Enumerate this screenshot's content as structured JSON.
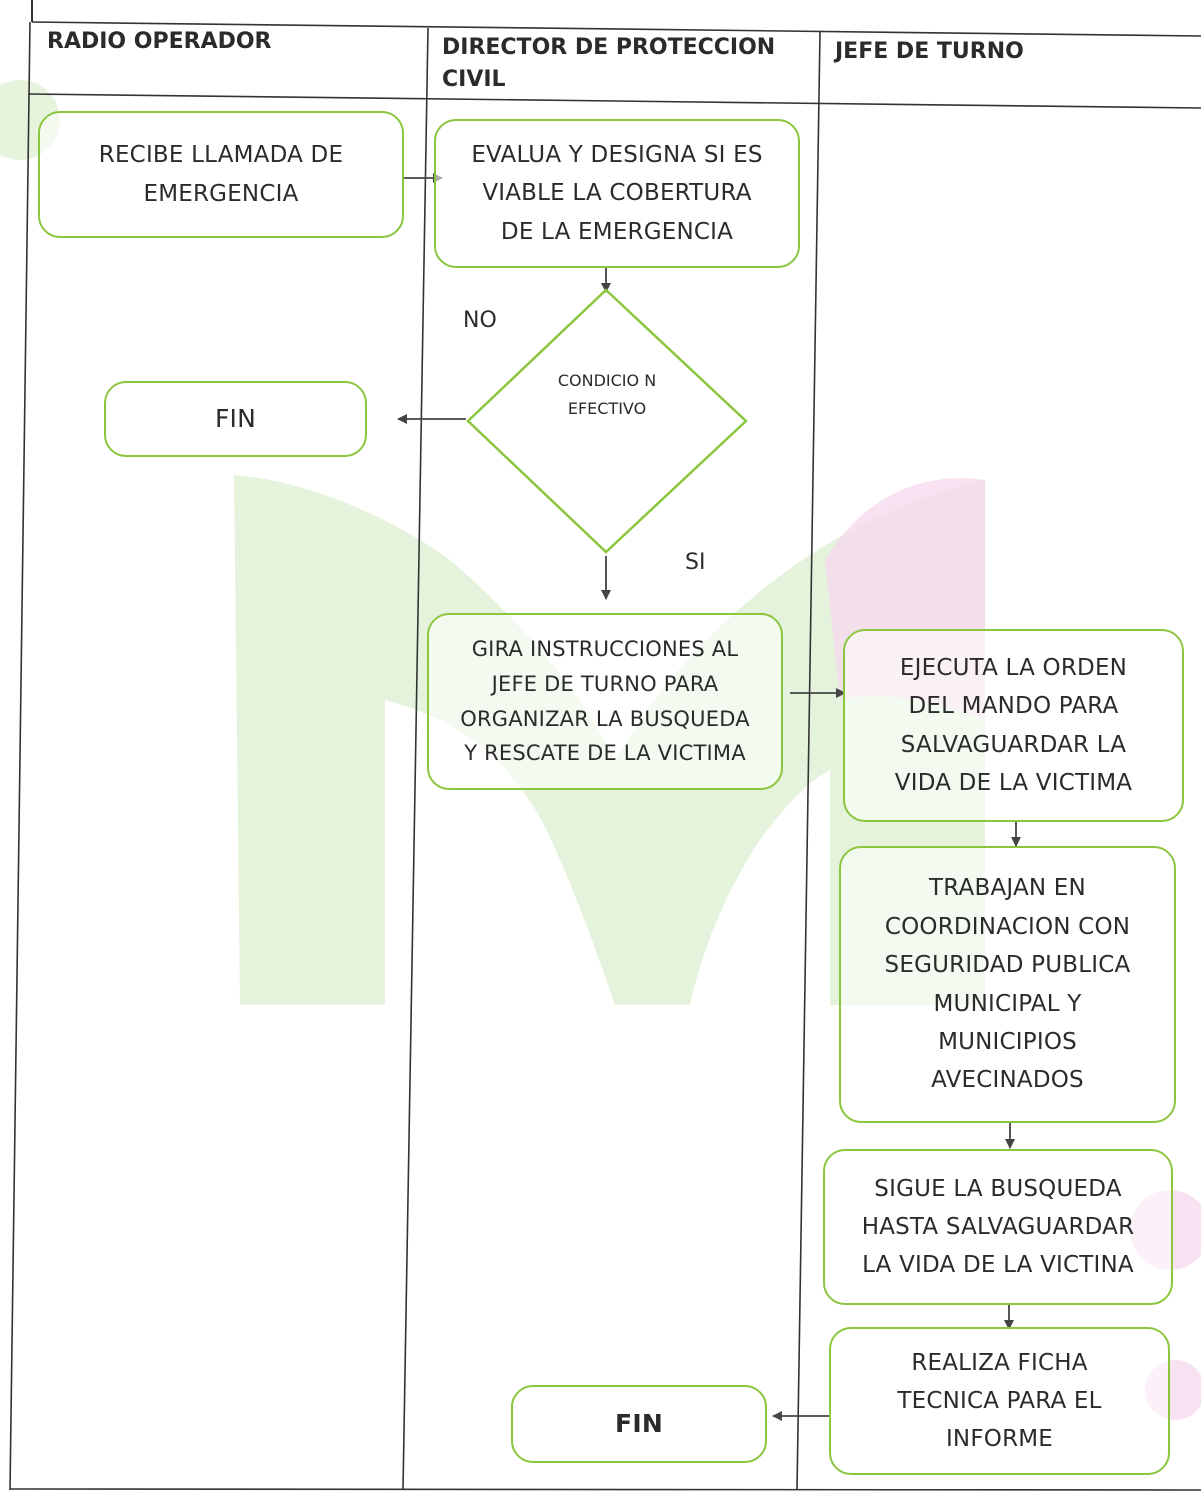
{
  "lanes": {
    "radio_operador": "RADIO OPERADOR",
    "director": "DIRECTOR DE PROTECCION CIVIL",
    "jefe_turno": "JEFE DE TURNO"
  },
  "nodes": {
    "recibe_llamada": "RECIBE LLAMADA DE EMERGENCIA",
    "evalua": "EVALUA Y DESIGNA SI ES VIABLE LA COBERTURA DE LA EMERGENCIA",
    "condicion": "CONDICIO N EFECTIVO",
    "fin_1": "FIN",
    "gira_instrucciones": "GIRA INSTRUCCIONES AL JEFE DE TURNO PARA ORGANIZAR LA BUSQUEDA Y RESCATE DE LA VICTIMA",
    "ejecuta_orden": "EJECUTA LA ORDEN DEL MANDO PARA SALVAGUARDAR LA VIDA DE LA VICTIMA",
    "trabajan": "TRABAJAN EN COORDINACION CON SEGURIDAD PUBLICA MUNICIPAL Y MUNICIPIOS AVECINADOS",
    "sigue_busqueda": "SIGUE LA BUSQUEDA HASTA SALVAGUARDAR LA VIDA DE LA VICTINA",
    "realiza_ficha": "REALIZA FICHA TECNICA PARA EL INFORME",
    "fin_2": "FIN"
  },
  "edge_labels": {
    "no": "NO",
    "si": "SI"
  },
  "colors": {
    "node_border": "#8cc63f",
    "line": "#333333",
    "watermark_green": "#dcefd0",
    "watermark_pink": "#f6d9ec"
  }
}
